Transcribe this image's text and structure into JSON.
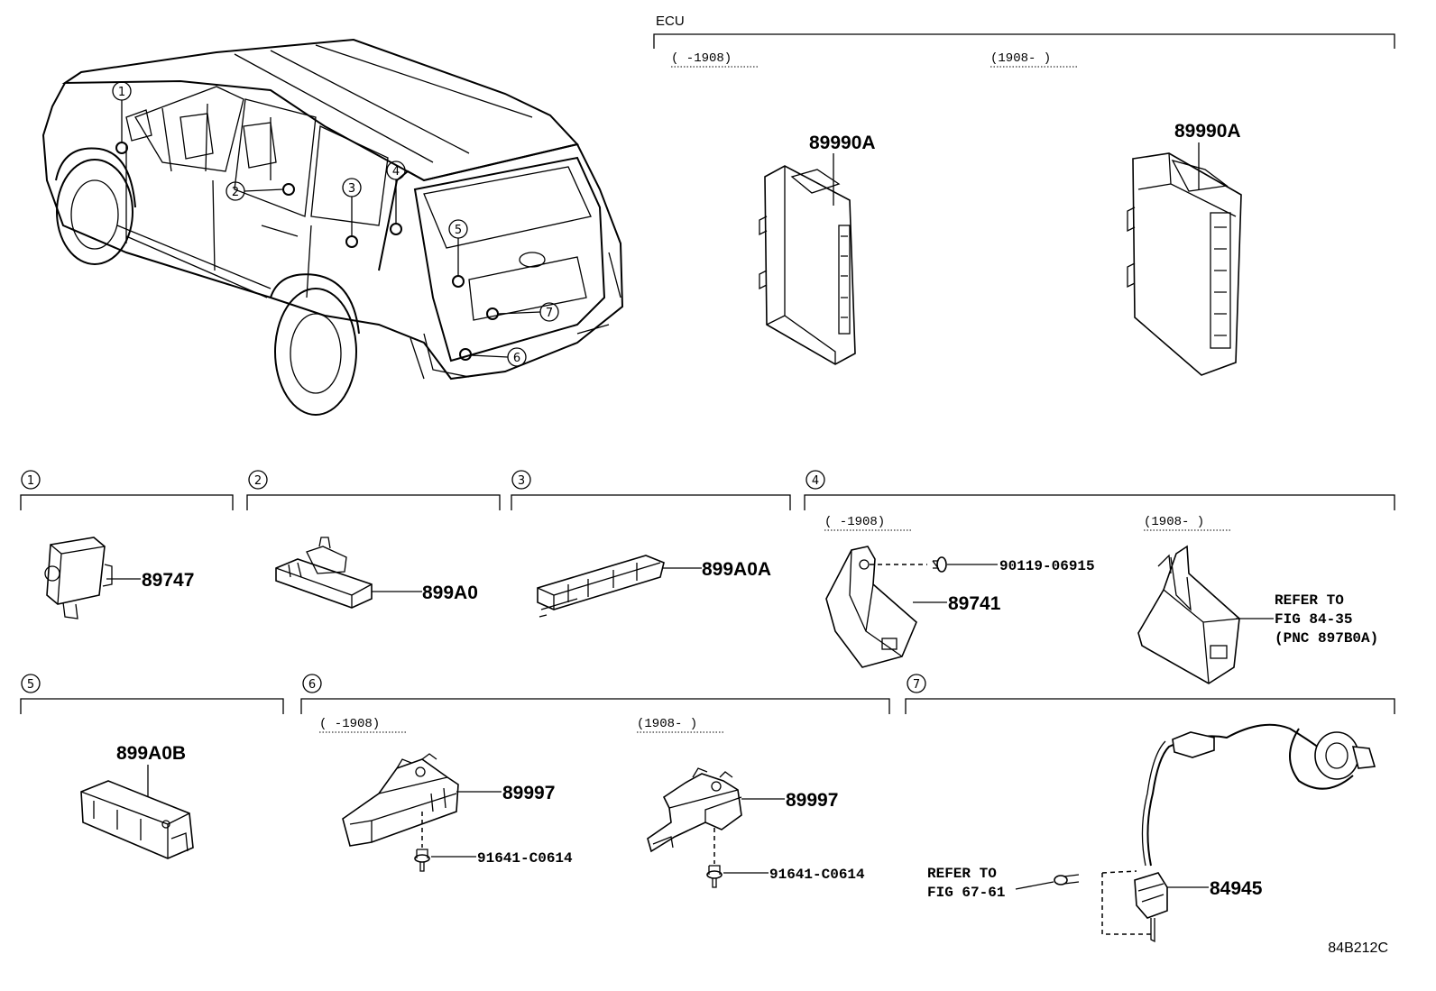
{
  "ecu": {
    "title": "ECU",
    "date_before": "(      -1908)",
    "date_after": "(1908-      )",
    "part_before": "89990A",
    "part_after": "89990A"
  },
  "vehicle_callouts": [
    "1",
    "2",
    "3",
    "4",
    "5",
    "6",
    "7"
  ],
  "sections": [
    {
      "num": "1",
      "parts": [
        "89747"
      ]
    },
    {
      "num": "2",
      "parts": [
        "899A0"
      ]
    },
    {
      "num": "3",
      "parts": [
        "899A0A"
      ]
    },
    {
      "num": "4",
      "date_before": "(      -1908)",
      "date_after": "(1908-      )",
      "parts": [
        "90119-06915",
        "89741"
      ],
      "refer": [
        "REFER TO",
        "FIG 84-35",
        "(PNC 897B0A)"
      ]
    },
    {
      "num": "5",
      "parts": [
        "899A0B"
      ]
    },
    {
      "num": "6",
      "date_before": "(      -1908)",
      "date_after": "(1908-      )",
      "parts": [
        "89997",
        "91641-C0614",
        "89997",
        "91641-C0614"
      ]
    },
    {
      "num": "7",
      "parts": [
        "84945"
      ],
      "refer": [
        "REFER TO",
        "FIG 67-61"
      ]
    }
  ],
  "figure_code": "84B212C"
}
